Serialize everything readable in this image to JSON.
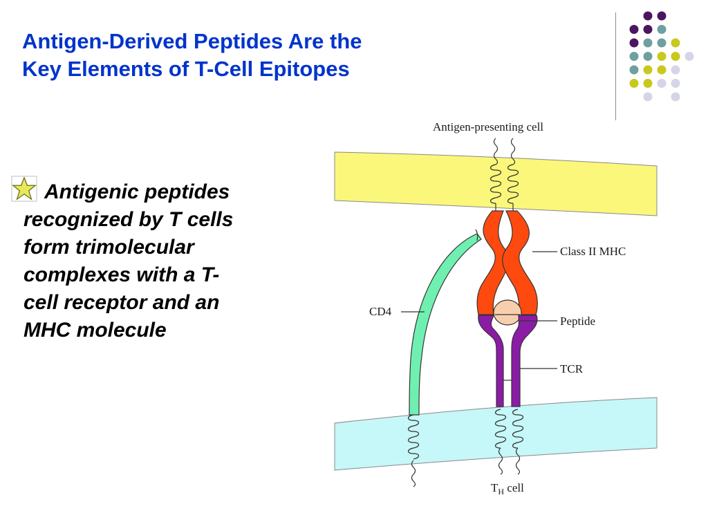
{
  "slide": {
    "title_lines": [
      "Antigen-Derived Peptides Are the",
      "Key Elements of T-Cell Epitopes"
    ],
    "bullet_lines": [
      "Antigenic peptides",
      "recognized by T cells",
      "form trimolecular",
      "complexes with a T-",
      "cell receptor and an",
      "MHC molecule"
    ]
  },
  "diagram": {
    "labels": {
      "apc": "Antigen-presenting cell",
      "mhc": "Class II MHC",
      "peptide": "Peptide",
      "tcr": "TCR",
      "cd4": "CD4",
      "th_main": "T",
      "th_sub": "H",
      "th_rest": " cell"
    },
    "colors": {
      "apc_membrane": "#fbf77a",
      "th_membrane": "#c6f7f9",
      "mhc": "#ff4a0f",
      "tcr": "#8b1ca6",
      "cd4": "#6ff0b0",
      "peptide": "#f8cfae"
    }
  },
  "decoration": {
    "dot_colors": [
      "#4b1660",
      "#6f9f9e",
      "#c9c81c",
      "#d5d5e8"
    ],
    "bullet_icon": "star-icon"
  }
}
